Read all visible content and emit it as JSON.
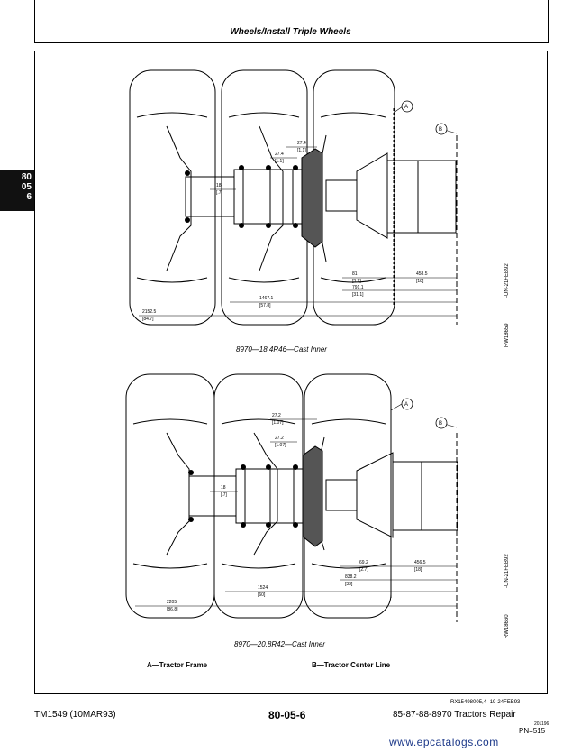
{
  "header": {
    "title": "Wheels/Install Triple Wheels"
  },
  "tab": {
    "lines": [
      "80",
      "05",
      "6"
    ]
  },
  "figure1": {
    "caption": "8970—18.4R46—Cast Inner",
    "ref_a": "A",
    "ref_b": "B",
    "side_left": "RW18659",
    "side_right": "-UN-21FEB92",
    "dims": {
      "d1_top": "27.4",
      "d1_bot": "[1.1]",
      "d2_top": "27.4",
      "d2_bot": "[1.1]",
      "d3_top": "18",
      "d3_bot": "[.7]",
      "d4_top": "81",
      "d4_bot": "[3.2]",
      "d5_top": "458.5",
      "d5_bot": "[18]",
      "d6_top": "791.1",
      "d6_bot": "[31.1]",
      "d7_top": "1467.1",
      "d7_bot": "[57.8]",
      "d8_top": "2152.5",
      "d8_bot": "[84.7]"
    }
  },
  "figure2": {
    "caption": "8970—20.8R42—Cast Inner",
    "ref_a": "A",
    "ref_b": "B",
    "side_left": "RW18660",
    "side_right": "-UN-21FEB92",
    "dims": {
      "d1_top": "27.2",
      "d1_bot": "[1.07]",
      "d2_top": "27.2",
      "d2_bot": "[1.07]",
      "d3_top": "18",
      "d3_bot": "[.7]",
      "d4_top": "69.2",
      "d4_bot": "[2.7]",
      "d5_top": "456.5",
      "d5_bot": "[18]",
      "d6_top": "838.2",
      "d6_bot": "[33]",
      "d7_top": "1524",
      "d7_bot": "[60]",
      "d8_top": "2205",
      "d8_bot": "[86.8]"
    }
  },
  "legend": {
    "a": "A—Tractor Frame",
    "b": "B—Tractor Center Line"
  },
  "ref_code": "RX15498005,4  -19-24FEB93",
  "footer": {
    "left": "TM1549 (10MAR93)",
    "center": "80-05-6",
    "right": "85-87-88-8970 Tractors Repair",
    "date": "201196",
    "pn": "PN=515"
  },
  "watermark": "www.epcatalogs.com"
}
